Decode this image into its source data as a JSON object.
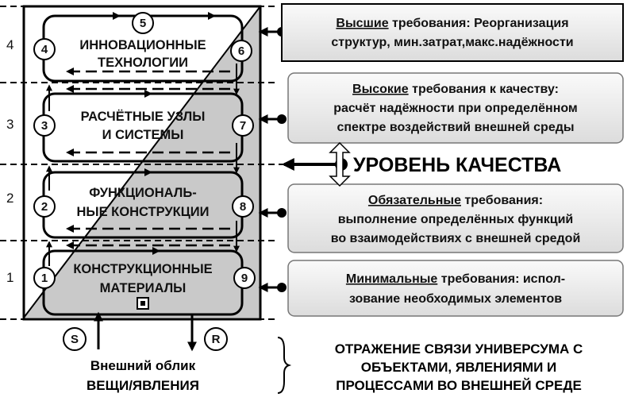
{
  "levels": [
    "4",
    "3",
    "2",
    "1"
  ],
  "blocks": [
    {
      "id": "innov",
      "lines": [
        "ИННОВАЦИОННЫЕ",
        "ТЕХНОЛОГИИ"
      ]
    },
    {
      "id": "calc",
      "lines": [
        "РАСЧЁТНЫЕ УЗЛЫ",
        "И СИСТЕМЫ"
      ]
    },
    {
      "id": "func",
      "lines": [
        "ФУНКЦИОНАЛЬ-",
        "НЫЕ КОНСТРУКЦИИ"
      ]
    },
    {
      "id": "mat",
      "lines": [
        "КОНСТРУКЦИОННЫЕ",
        "МАТЕРИАЛЫ"
      ]
    }
  ],
  "nodes": [
    "1",
    "2",
    "3",
    "4",
    "5",
    "6",
    "7",
    "8",
    "9"
  ],
  "requirements": [
    {
      "keyword": "Высшие",
      "rest": " требования: Реорганизация",
      "line2": "структур, мин.затрат,макс.надёжности",
      "line3": ""
    },
    {
      "keyword": "Высокие",
      "rest": " требования к качеству:",
      "line2": "расчёт надёжности при определённом",
      "line3": "спектре воздействий внешней среды"
    },
    {
      "keyword": "Обязательные",
      "rest": " требования:",
      "line2": "выполнение определённых функций",
      "line3": "во взаимодействиях с внешней средой"
    },
    {
      "keyword": "Минимальные",
      "rest": " требования: испол-",
      "line2": "зование необходимых элементов",
      "line3": ""
    }
  ],
  "quality_label": "УРОВЕНЬ КАЧЕСТВА",
  "s_label": "S",
  "r_label": "R",
  "exterior": {
    "line1": "Внешний облик",
    "line2": "ВЕЩИ/ЯВЛЕНИЯ"
  },
  "reflection": {
    "line1": "ОТРАЖЕНИЕ СВЯЗИ УНИВЕРСУМА С",
    "line2": "ОБЪЕКТАМИ, ЯВЛЕНИЯМИ И",
    "line3": "ПРОЦЕССАМИ ВО ВНЕШНЕЙ СРЕДЕ"
  }
}
